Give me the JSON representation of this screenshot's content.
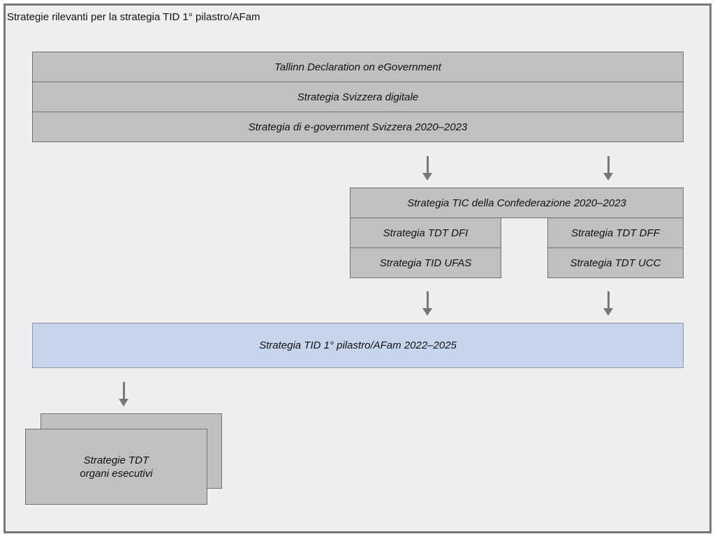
{
  "frame": {
    "title": "Strategie rilevanti per la strategia TID 1° pilastro/AFam"
  },
  "top_stack": [
    "Tallinn Declaration on eGovernment",
    "Strategia Svizzera digitale",
    "Strategia di e-government Svizzera 2020–2023"
  ],
  "federal": {
    "header": "Strategia TIC della Confederazione 2020–2023",
    "left": [
      "Strategia TDT DFI",
      "Strategia TID UFAS"
    ],
    "right": [
      "Strategia TDT DFF",
      "Strategia TDT UCC"
    ]
  },
  "main_strategy": "Strategia TID 1° pilastro/AFam 2022–2025",
  "executive": "Strategie TDT\norgani esecutivi",
  "colors": {
    "frame_bg": "#efefef",
    "frame_border": "#777777",
    "box_grey": "#c0c0c0",
    "box_blue": "#c5d6ee",
    "arrow": "#777777"
  }
}
